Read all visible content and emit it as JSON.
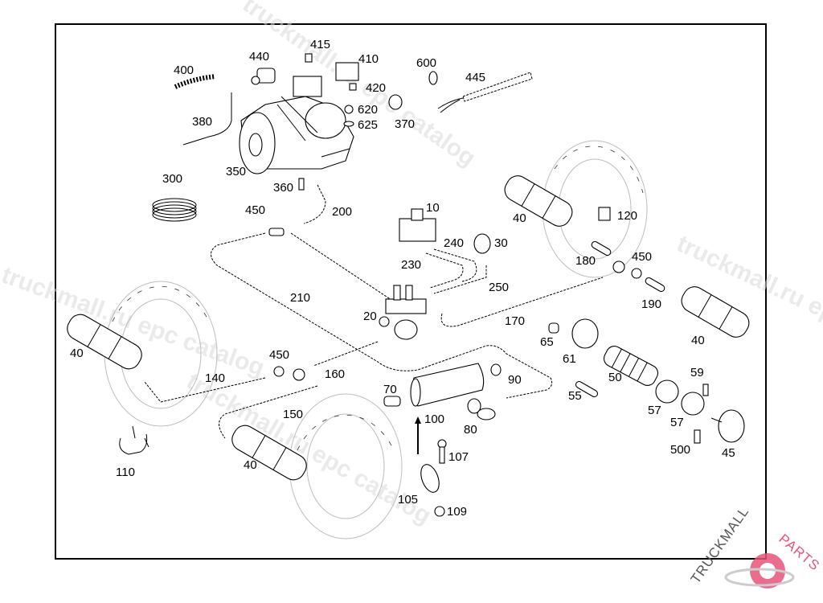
{
  "diagram": {
    "title": "Auxiliary heater exhaust and fuel line parts diagram",
    "part_labels": [
      {
        "id": "p415",
        "text": "415"
      },
      {
        "id": "p440",
        "text": "440"
      },
      {
        "id": "p410",
        "text": "410"
      },
      {
        "id": "p600",
        "text": "600"
      },
      {
        "id": "p445",
        "text": "445"
      },
      {
        "id": "p400",
        "text": "400"
      },
      {
        "id": "p420",
        "text": "420"
      },
      {
        "id": "p620",
        "text": "620"
      },
      {
        "id": "p625",
        "text": "625"
      },
      {
        "id": "p370",
        "text": "370"
      },
      {
        "id": "p380",
        "text": "380"
      },
      {
        "id": "p350",
        "text": "350"
      },
      {
        "id": "p300",
        "text": "300"
      },
      {
        "id": "p360",
        "text": "360"
      },
      {
        "id": "p450a",
        "text": "450"
      },
      {
        "id": "p200",
        "text": "200"
      },
      {
        "id": "p10",
        "text": "10"
      },
      {
        "id": "p240",
        "text": "240"
      },
      {
        "id": "p30",
        "text": "30"
      },
      {
        "id": "p230",
        "text": "230"
      },
      {
        "id": "p250",
        "text": "250"
      },
      {
        "id": "p210",
        "text": "210"
      },
      {
        "id": "p20",
        "text": "20"
      },
      {
        "id": "p170",
        "text": "170"
      },
      {
        "id": "p40a",
        "text": "40"
      },
      {
        "id": "p120",
        "text": "120"
      },
      {
        "id": "p180",
        "text": "180"
      },
      {
        "id": "p450b",
        "text": "450"
      },
      {
        "id": "p190",
        "text": "190"
      },
      {
        "id": "p40b",
        "text": "40"
      },
      {
        "id": "p40c",
        "text": "40"
      },
      {
        "id": "p450c",
        "text": "450"
      },
      {
        "id": "p140",
        "text": "140"
      },
      {
        "id": "p160",
        "text": "160"
      },
      {
        "id": "p150",
        "text": "150"
      },
      {
        "id": "p40d",
        "text": "40"
      },
      {
        "id": "p110",
        "text": "110"
      },
      {
        "id": "p70",
        "text": "70"
      },
      {
        "id": "p100",
        "text": "100"
      },
      {
        "id": "p90",
        "text": "90"
      },
      {
        "id": "p80",
        "text": "80"
      },
      {
        "id": "p107",
        "text": "107"
      },
      {
        "id": "p105",
        "text": "105"
      },
      {
        "id": "p109",
        "text": "109"
      },
      {
        "id": "p65",
        "text": "65"
      },
      {
        "id": "p61",
        "text": "61"
      },
      {
        "id": "p50",
        "text": "50"
      },
      {
        "id": "p55",
        "text": "55"
      },
      {
        "id": "p59",
        "text": "59"
      },
      {
        "id": "p57a",
        "text": "57"
      },
      {
        "id": "p57b",
        "text": "57"
      },
      {
        "id": "p500",
        "text": "500"
      },
      {
        "id": "p45",
        "text": "45"
      }
    ]
  },
  "watermarks": [
    "truckmall.ru epc catalog",
    "truckmall.ru epc catalog",
    "truckmall.ru epc catalog",
    "truckmall.ru epc catalog"
  ],
  "logo": {
    "text_dark": "TRUCKMALL",
    "text_accent": "PARTS",
    "accent_color": "#e8547a"
  }
}
